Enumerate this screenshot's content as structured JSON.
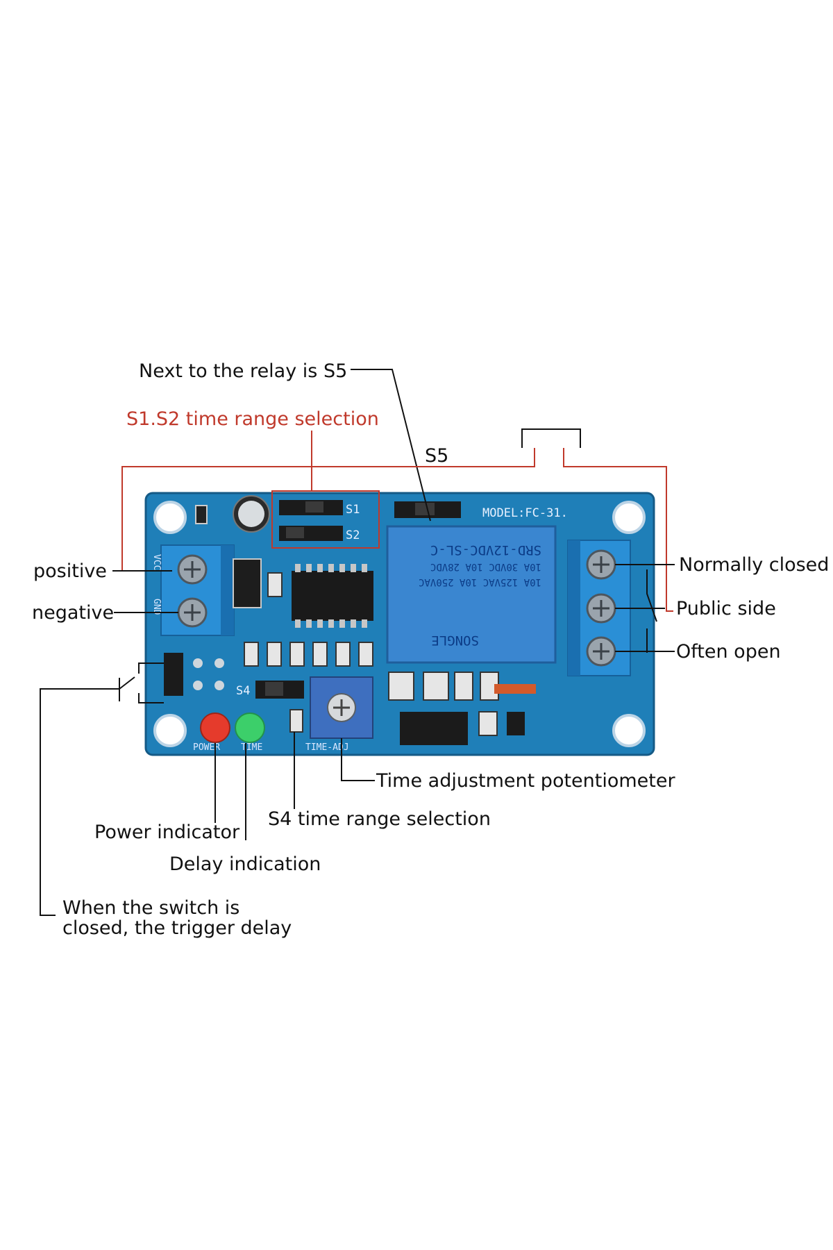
{
  "labels": {
    "s5_note": "Next to the relay is S5",
    "s1s2_title": "S1.S2 time range selection",
    "s5": "S5",
    "positive": "positive",
    "negative": "negative",
    "normally_closed": "Normally closed",
    "public_side": "Public side",
    "often_open": "Often open",
    "time_adj_pot": "Time adjustment potentiometer",
    "s4_range": "S4 time range selection",
    "power_indicator": "Power indicator",
    "delay_indication": "Delay indication",
    "switch_line1": "When the switch is",
    "switch_line2": "closed, the trigger delay"
  },
  "board": {
    "model": "MODEL:FC-31.",
    "s1": "S1",
    "s2": "S2",
    "s4": "S4",
    "vcc": "VCC",
    "gnd": "GND",
    "power": "POWER",
    "time": "TIME",
    "time_adj": "TIME-ADJ",
    "relay_model": "SRD-12VDC-SL-C",
    "relay_line1": "10A 30VDC 10A 28VDC",
    "relay_line2": "10A 125VAC 10A 250VAC",
    "relay_brand": "SONGLE"
  },
  "colors": {
    "pcb": "#1f7fb8",
    "terminal": "#2a8fd6",
    "relay": "#3a86d0",
    "led_power": "#e53b2c",
    "led_time": "#3ccf6a",
    "callout_red": "#c0392b"
  }
}
